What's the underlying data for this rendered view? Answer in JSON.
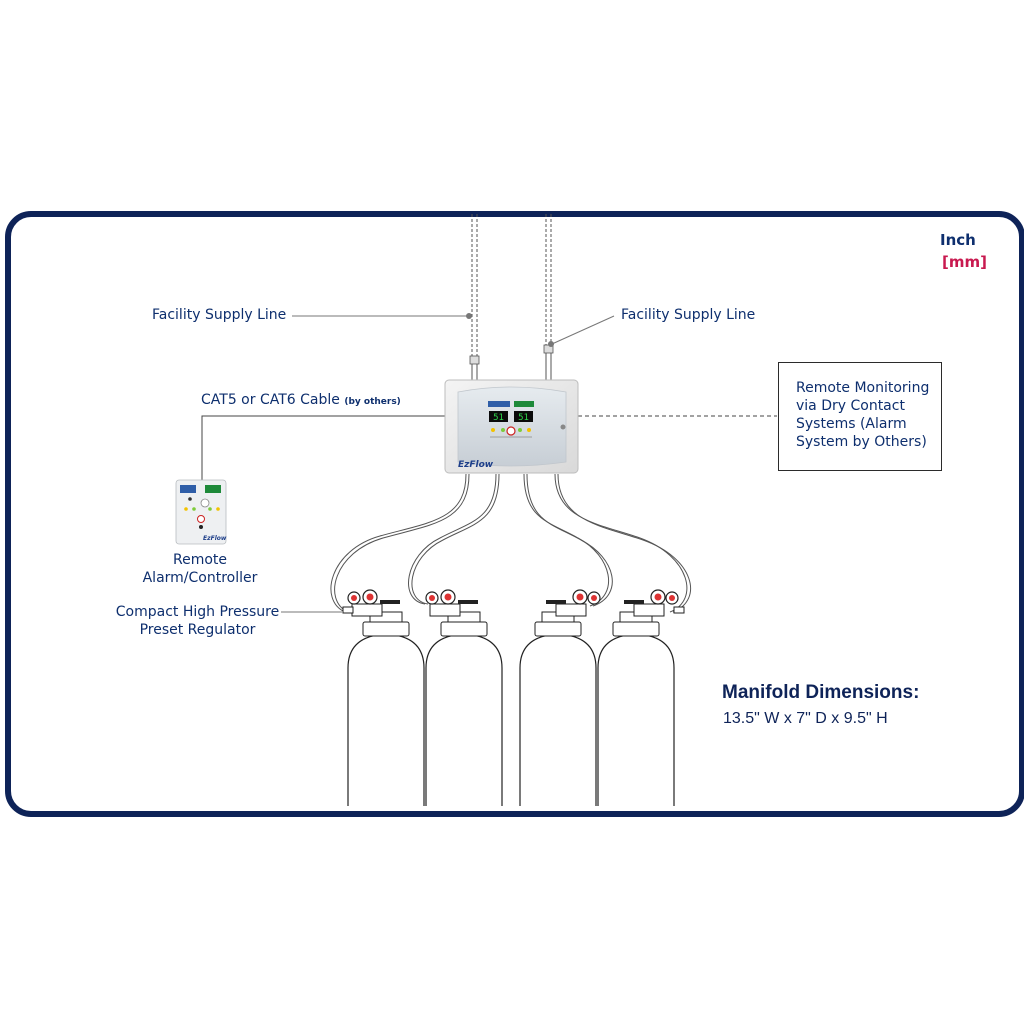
{
  "units": {
    "primary": "Inch",
    "secondary": "[mm]"
  },
  "labels": {
    "facility_supply_left": "Facility Supply Line",
    "facility_supply_right": "Facility Supply Line",
    "cable_main": "CAT5 or CAT6 Cable ",
    "cable_note": "(by others)",
    "remote_monitoring": "Remote Monitoring\nvia Dry Contact\nSystems (Alarm\nSystem by Others)",
    "remote_alarm": "Remote Alarm/Controller",
    "regulator": "Compact High Pressure Preset Regulator"
  },
  "manifold": {
    "brand": "EzFlow",
    "display_left": "51",
    "display_right": "51"
  },
  "remote_unit": {
    "brand": "EzFlow"
  },
  "dimensions": {
    "title": "Manifold Dimensions:",
    "value": "13.5\" W x 7\" D x 9.5\" H"
  },
  "colors": {
    "frame": "#0e2358",
    "text": "#0e2f6e",
    "accent_red": "#c8194f",
    "display_green": "#2fd34a"
  }
}
